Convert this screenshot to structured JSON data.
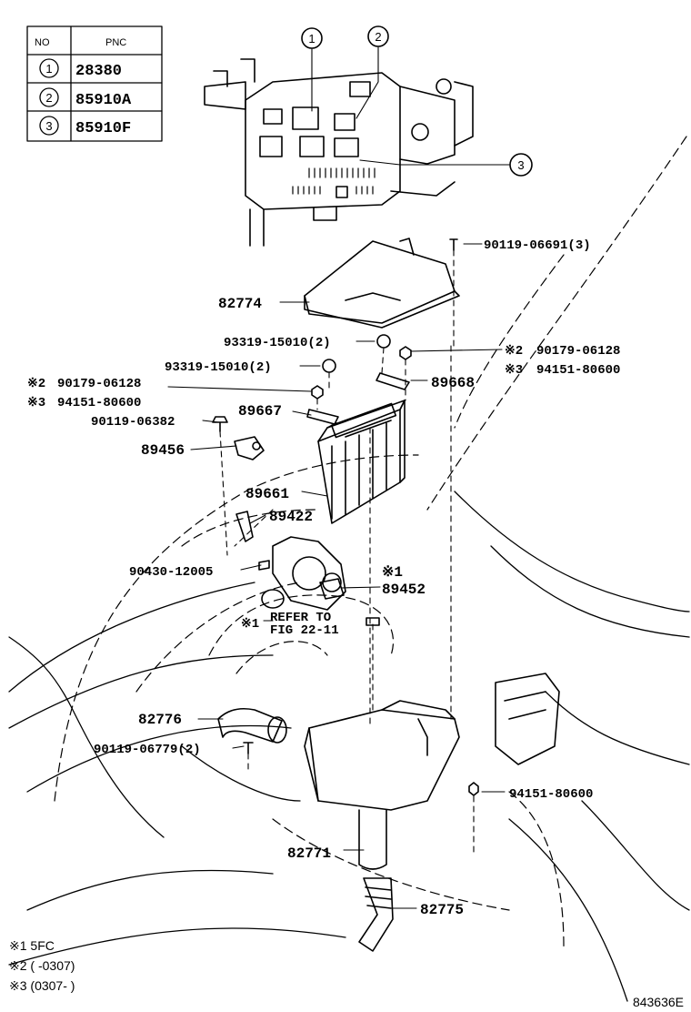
{
  "pnc_table": {
    "header_no": "NO",
    "header_pnc": "PNC",
    "rows": [
      {
        "no": "1",
        "pnc": "28380"
      },
      {
        "no": "2",
        "pnc": "85910A"
      },
      {
        "no": "3",
        "pnc": "85910F"
      }
    ]
  },
  "callouts": {
    "c1": "1",
    "c2": "2",
    "c3": "3"
  },
  "parts": {
    "p_90119_06691": "90119-06691(3)",
    "p_82774": "82774",
    "p_93319_a": "93319-15010(2)",
    "p_93319_b": "93319-15010(2)",
    "p_90179_right_mark": "※2",
    "p_90179_right": "90179-06128",
    "p_94151_right_mark": "※3",
    "p_94151_right": "94151-80600",
    "p_89668": "89668",
    "p_90179_left_mark": "※2",
    "p_90179_left": "90179-06128",
    "p_94151_left_mark": "※3",
    "p_94151_left": "94151-80600",
    "p_90119_06382": "90119-06382",
    "p_89667": "89667",
    "p_89456": "89456",
    "p_89661": "89661",
    "p_89422": "89422",
    "p_90430": "90430-12005",
    "p_89452_mark": "※1",
    "p_89452": "89452",
    "refer_mark": "※1",
    "refer_line1": "REFER TO",
    "refer_line2": "FIG 22-11",
    "p_82776": "82776",
    "p_90119_06779": "90119-06779(2)",
    "p_94151_lower": "94151-80600",
    "p_82771": "82771",
    "p_82775": "82775"
  },
  "notes": {
    "n1": "※1  5FC",
    "n2": "※2  (        -0307)",
    "n3": "※3  (0307-        )"
  },
  "figure_id": "843636E"
}
